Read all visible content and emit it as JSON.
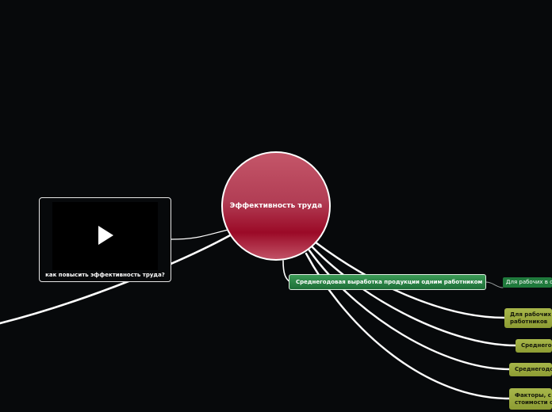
{
  "central": {
    "label": "Эффективность труда"
  },
  "video": {
    "caption": "как повысить эффективность труда?"
  },
  "branches": {
    "b1": {
      "label": "Среднегодовая выработка продукции одним работником"
    },
    "b1_child": {
      "label": "Для рабочих в с"
    },
    "b2": {
      "line1": "Для рабочих",
      "line2": "работников"
    },
    "b3": {
      "label": "Среднегод"
    },
    "b4": {
      "label": "Среднегодо"
    },
    "b5": {
      "line1": "Факторы, с",
      "line2": "стоимости с"
    }
  },
  "colors": {
    "central": "#a8122f",
    "green_node": "#2a8446",
    "olive_node": "#9aaa3c",
    "connector": "#ffffff"
  }
}
